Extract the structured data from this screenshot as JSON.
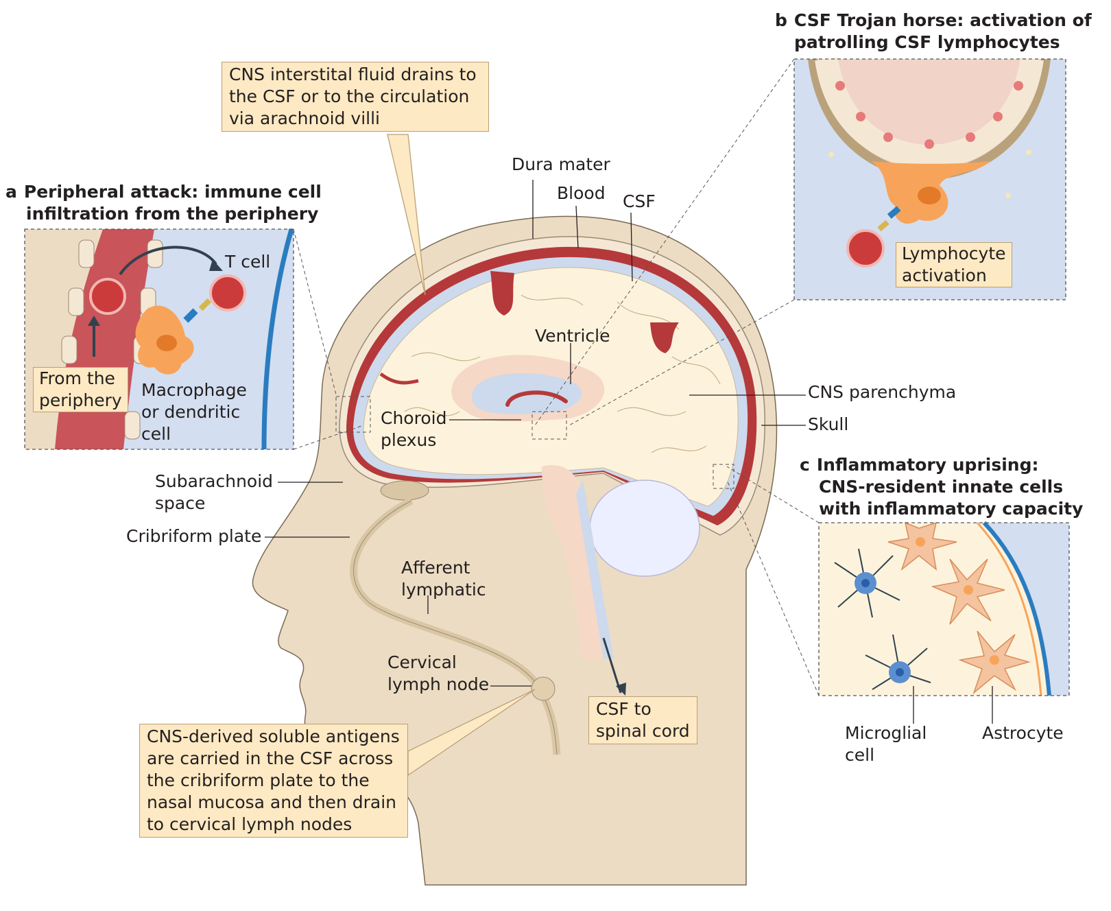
{
  "panels": {
    "a": {
      "letter": "a",
      "title_line1": "Peripheral attack: immune cell",
      "title_line2": "infiltration from the periphery"
    },
    "b": {
      "letter": "b",
      "title_line1": "CSF Trojan horse: activation of",
      "title_line2": "patrolling CSF lymphocytes"
    },
    "c": {
      "letter": "c",
      "title_line1": "Inflammatory uprising:",
      "title_line2": "CNS-resident innate cells",
      "title_line3": "with inflammatory capacity"
    }
  },
  "inset_a": {
    "t_cell": "T cell",
    "from_periphery": [
      "From the",
      "periphery"
    ],
    "macrophage": [
      "Macrophage",
      "or dendritic",
      "cell"
    ]
  },
  "inset_b": {
    "lymphocyte_activation": [
      "Lymphocyte",
      "activation"
    ]
  },
  "inset_c": {
    "microglial_cell": [
      "Microglial",
      "cell"
    ],
    "astrocyte": "Astrocyte"
  },
  "callouts": {
    "interstitial": [
      "CNS interstital fluid drains to",
      "the CSF or to the circulation",
      "via arachnoid villi"
    ],
    "antigens": [
      "CNS-derived soluble antigens",
      "are carried in the CSF across",
      "the cribriform plate to the",
      "nasal mucosa and then drain",
      "to cervical lymph nodes"
    ],
    "csf_spinal": [
      "CSF to",
      "spinal cord"
    ]
  },
  "anatomy": {
    "dura_mater": "Dura mater",
    "blood": "Blood",
    "csf": "CSF",
    "ventricle": "Ventricle",
    "choroid_plexus": [
      "Choroid",
      "plexus"
    ],
    "cns_parenchyma": "CNS parenchyma",
    "skull": "Skull",
    "subarachnoid_space": [
      "Subarachnoid",
      "space"
    ],
    "cribriform_plate": "Cribriform plate",
    "afferent_lymphatic": [
      "Afferent",
      "lymphatic"
    ],
    "cervical_lymph_node": [
      "Cervical",
      "lymph node"
    ]
  },
  "colors": {
    "skin": "#ecdcc3",
    "skull": "#f4e8d4",
    "blood": "#b5393a",
    "csf": "#cdd9ec",
    "parenchyma": "#fdf3dc",
    "callout": "#fde9c3",
    "inset_bg": "#d3def0",
    "membrane": "#2a7cc0",
    "lymphocyte": "#cc3b3b",
    "macrophage": "#f7a45a",
    "microglia": "#5b8fd0"
  }
}
